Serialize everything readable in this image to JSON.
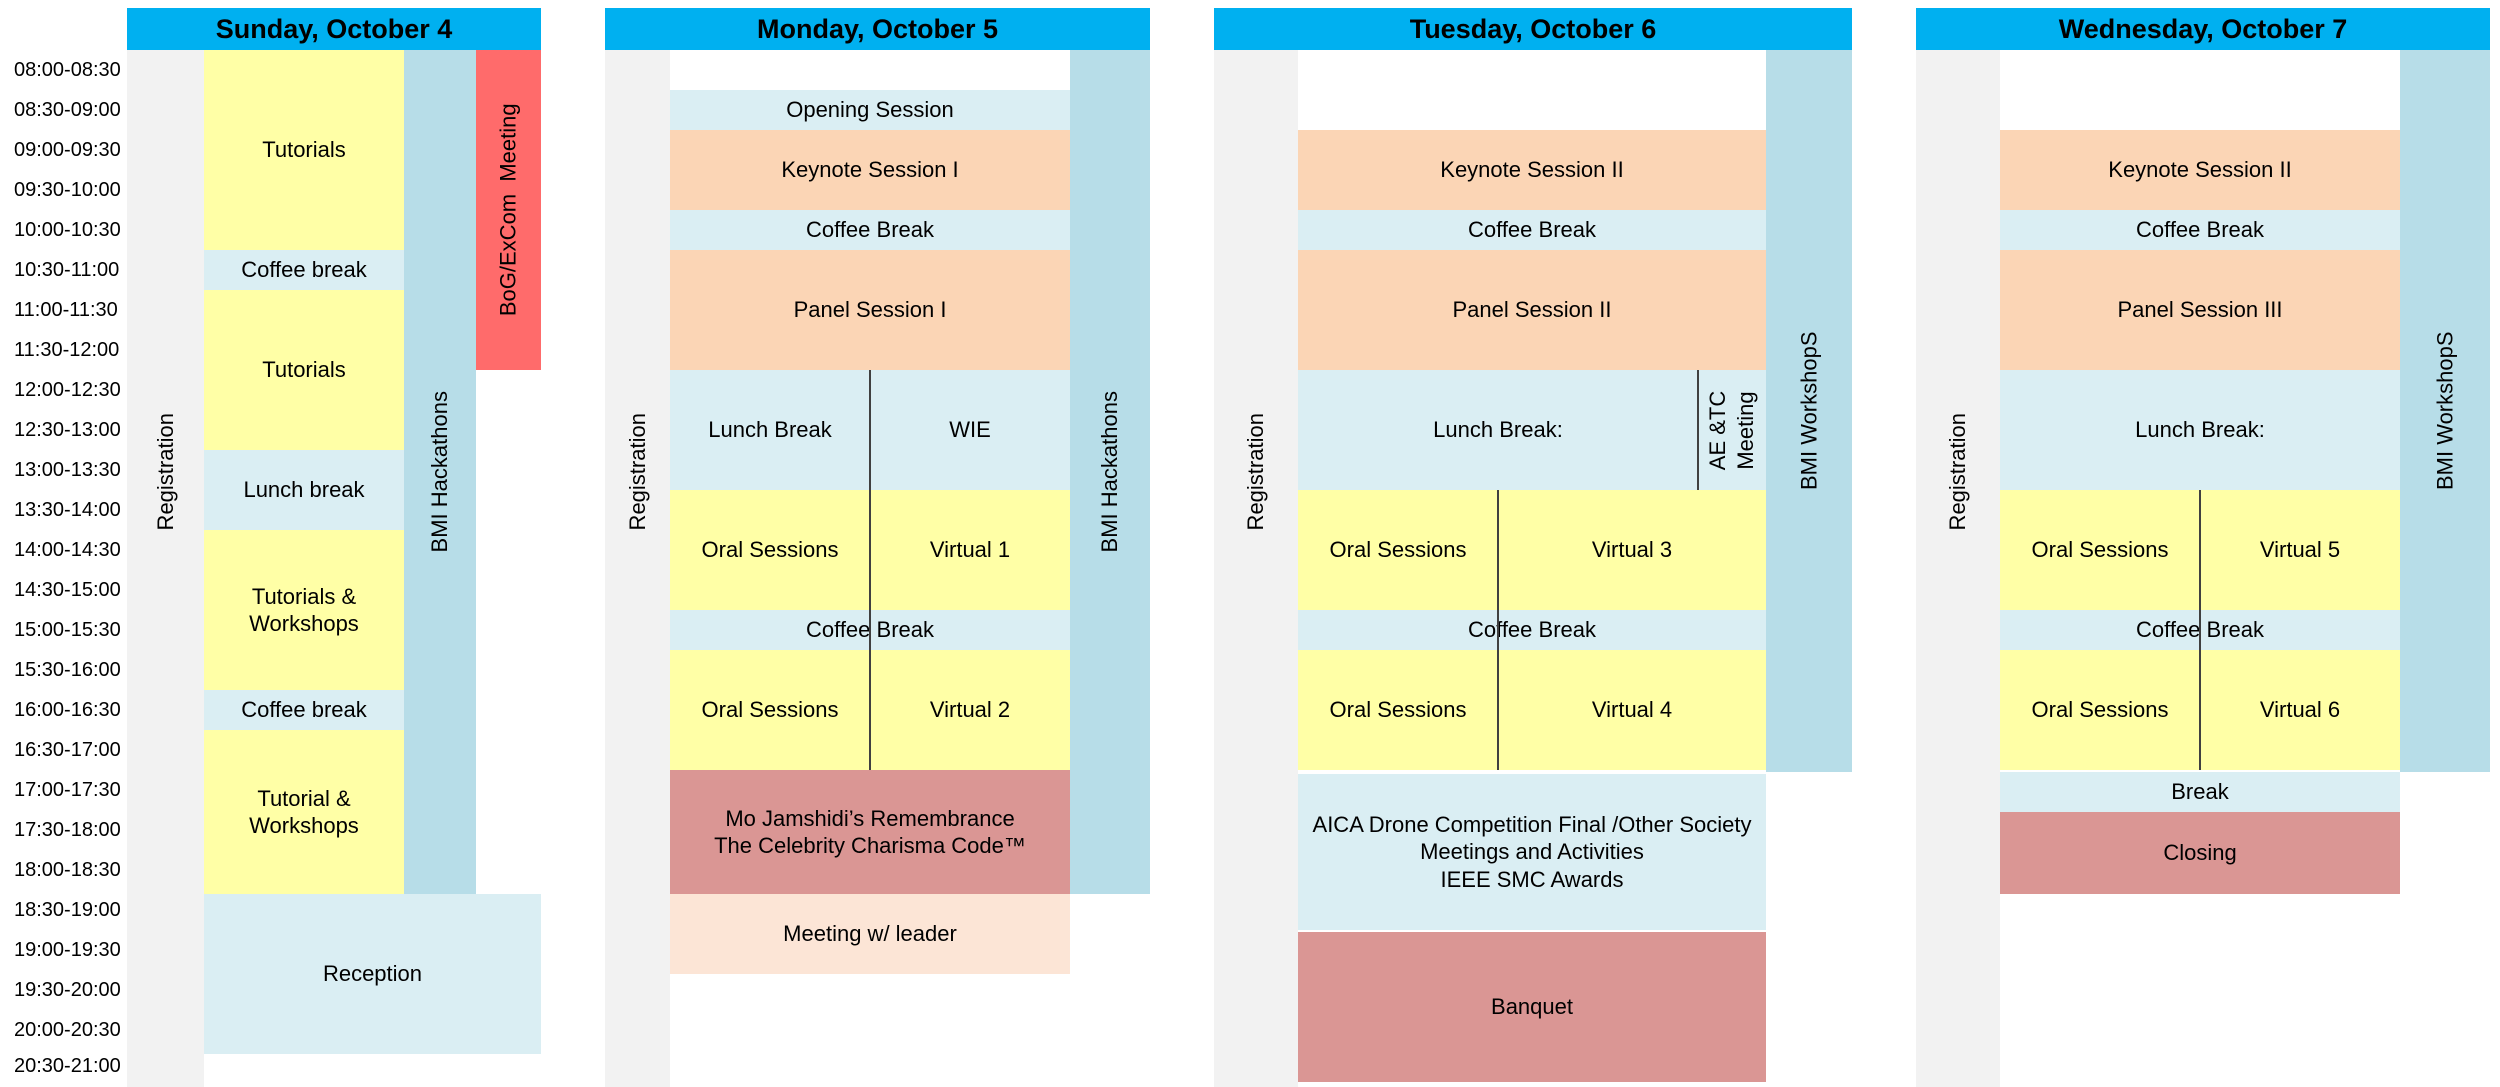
{
  "times": [
    "08:00-08:30",
    "08:30-09:00",
    "09:00-09:30",
    "09:30-10:00",
    "10:00-10:30",
    "10:30-11:00",
    "11:00-11:30",
    "11:30-12:00",
    "12:00-12:30",
    "12:30-13:00",
    "13:00-13:30",
    "13:30-14:00",
    "14:00-14:30",
    "14:30-15:00",
    "15:00-15:30",
    "15:30-16:00",
    "16:00-16:30",
    "16:30-17:00",
    "17:00-17:30",
    "17:30-18:00",
    "18:00-18:30",
    "18:30-19:00",
    "19:00-19:30",
    "19:30-20:00",
    "20:00-20:30",
    "20:30-21:00"
  ],
  "colors": {
    "header": "#00b0f0",
    "session_yellow": "#ffffa6",
    "break_blue": "#daeef3",
    "keynote_peach": "#fbd5b5",
    "evening_rose": "#da9694",
    "meeting_peach": "#fce5d6",
    "registration_gray": "#f2f2f2",
    "track_blue": "#b7dde8",
    "bog_red": "#ff6b6b"
  },
  "days": {
    "sun": {
      "title": "Sunday, October 4",
      "registration": "Registration",
      "tutorials_1": "Tutorials",
      "coffee_1": "Coffee break",
      "tutorials_2": "Tutorials",
      "lunch": "Lunch break",
      "tutorials_workshops": "Tutorials &\nWorkshops",
      "coffee_2": "Coffee break",
      "tutorial_workshops": "Tutorial &\nWorkshops",
      "hackathons": "BMI Hackathons",
      "bog_meeting": "BoG/ExCom  Meeting",
      "reception": "Reception"
    },
    "mon": {
      "title": "Monday, October 5",
      "registration": "Registration",
      "opening": "Opening Session",
      "keynote": "Keynote Session I",
      "coffee_1": "Coffee Break",
      "panel": "Panel Session I",
      "lunch": "Lunch Break",
      "wie": "WIE",
      "oral_1": "Oral Sessions",
      "virtual_1": "Virtual  1",
      "coffee_2": "Coffee Break",
      "oral_2": "Oral Sessions",
      "virtual_2": "Virtual  2",
      "remembrance": "Mo Jamshidi’s Remembrance\nThe Celebrity Charisma Code™",
      "meeting": "Meeting w/ leader",
      "hackathons": "BMI Hackathons"
    },
    "tue": {
      "title": "Tuesday, October 6",
      "registration": "Registration",
      "keynote": "Keynote Session II",
      "coffee_1": "Coffee Break",
      "panel": "Panel Session II",
      "lunch": "Lunch Break:",
      "ae_tc": "AE &TC\nMeeting",
      "oral_1": "Oral Sessions",
      "virtual_1": "Virtual  3",
      "coffee_2": "Coffee Break",
      "oral_2": "Oral Sessions",
      "virtual_2": "Virtual  4",
      "aica": "AICA Drone Competition Final /Other Society\nMeetings and Activities\nIEEE SMC Awards",
      "banquet": "Banquet",
      "workshops": "BMI WorkshopS"
    },
    "wed": {
      "title": "Wednesday, October 7",
      "registration": "Registration",
      "keynote": "Keynote Session II",
      "coffee_1": "Coffee Break",
      "panel": "Panel Session III",
      "lunch": "Lunch Break:",
      "oral_1": "Oral Sessions",
      "virtual_1": "Virtual  5",
      "coffee_2": "Coffee Break",
      "oral_2": "Oral Sessions",
      "virtual_2": "Virtual  6",
      "break": "Break",
      "closing": "Closing",
      "workshops": "BMI WorkshopS"
    }
  }
}
